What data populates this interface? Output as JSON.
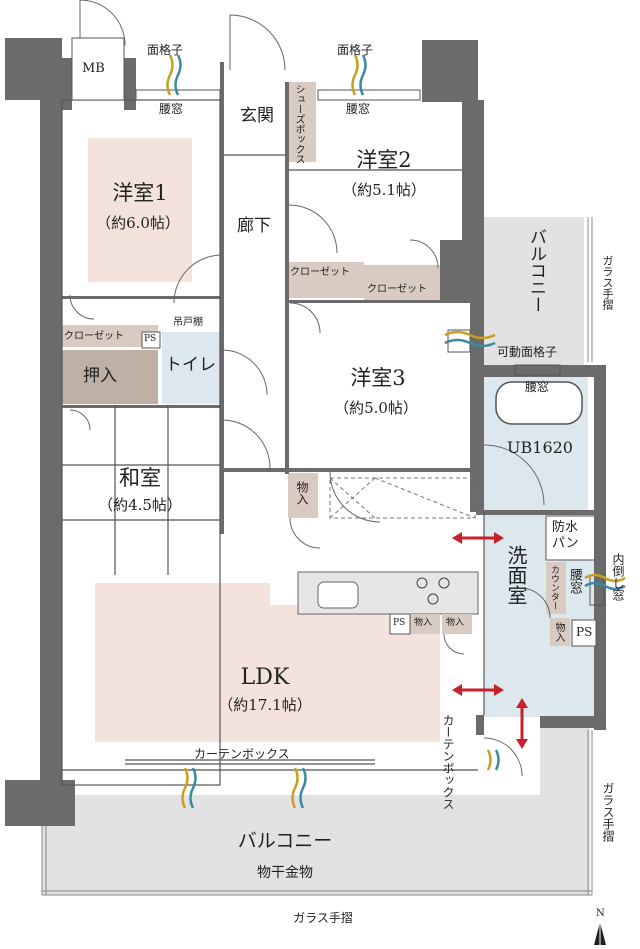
{
  "rooms": {
    "youshitsu1": {
      "name": "洋室1",
      "size": "（約6.0帖）"
    },
    "youshitsu2": {
      "name": "洋室2",
      "size": "（約5.1帖）"
    },
    "youshitsu3": {
      "name": "洋室3",
      "size": "（約5.0帖）"
    },
    "washitsu": {
      "name": "和室",
      "size": "（約4.5帖）"
    },
    "ldk": {
      "name": "LDK",
      "size": "（約17.1帖）"
    },
    "senmenshitsu": {
      "name": "洗面室"
    },
    "genkan": {
      "name": "玄関"
    },
    "rouka": {
      "name": "廊下"
    },
    "toilet": {
      "name": "トイレ"
    },
    "oshiire": {
      "name": "押入"
    },
    "bath": {
      "name": "UB1620"
    },
    "balcony_east": {
      "name": "バルコニー"
    },
    "balcony_south": {
      "name": "バルコニー"
    }
  },
  "labels": {
    "mb": "MB",
    "menkoushi_left": "面格子",
    "menkoushi_right": "面格子",
    "koshimado_left": "腰窓",
    "koshimado_right": "腰窓",
    "koshimado_bath": "腰窓",
    "koshimado_wash": "腰窓",
    "shoes_box": "シューズボックス",
    "closet_1": "クローゼット",
    "closet_2a": "クローゼット",
    "closet_2b": "クローゼット",
    "ps_1": "PS",
    "ps_2": "PS",
    "ps_3": "PS",
    "tsurito": "吊戸棚",
    "monoire_1": "物入",
    "monoire_2": "物入",
    "monoire_3": "物入",
    "monoire_4": "物入",
    "kadou_menkoushi": "可動面格子",
    "bousui_pan": "防水パン",
    "counter": "カウンター",
    "uchitaoshi": "内倒し窓",
    "curtain_box_top": "カーテンボックス",
    "curtain_box_side": "カーテンボックス",
    "glass_east": "ガラス手摺",
    "glass_se": "ガラス手摺",
    "glass_bottom": "ガラス手摺",
    "monohoshi": "物干金物",
    "north": "N"
  },
  "colors": {
    "wall": "#6b6b6b",
    "room_accent": "#f4e3dc",
    "storage": "#d9cbc2",
    "storage_dark": "#bfb0a6",
    "wet_area": "#dce8ee",
    "balcony": "#e2e1e3",
    "arrow": "#c8202a"
  }
}
